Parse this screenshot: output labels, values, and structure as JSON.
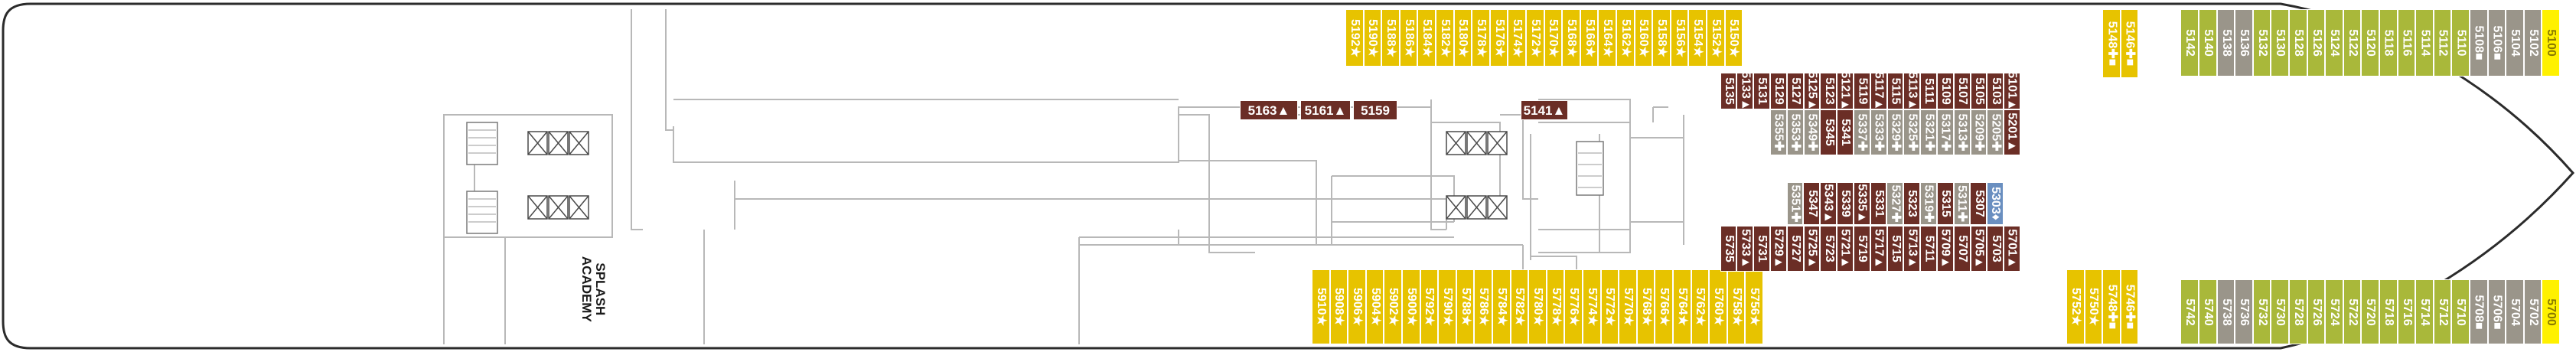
{
  "map_title": "",
  "colors": {
    "yellow": "#e7c300",
    "olive": "#a9b83a",
    "grey": "#9a958a",
    "brown": "#6b2e26",
    "light_yellow": "#fff100",
    "blue": "#6a8fc0",
    "outline": "#2b2b2b"
  },
  "venue": {
    "label_line1": "SPLASH",
    "label_line2": "ACADEMY"
  },
  "legend_symbols": [
    "★",
    "✚",
    "■",
    "▲",
    "♦"
  ],
  "cabins": [
    {
      "id": "5100",
      "color": "light_yellow",
      "row": "top"
    },
    {
      "id": "5102",
      "color": "grey",
      "row": "top"
    },
    {
      "id": "5104",
      "color": "grey",
      "row": "top"
    },
    {
      "id": "5106■",
      "color": "grey",
      "row": "top"
    },
    {
      "id": "5108■",
      "color": "grey",
      "row": "top"
    },
    {
      "id": "5110",
      "color": "olive",
      "row": "top"
    },
    {
      "id": "5112",
      "color": "olive",
      "row": "top"
    },
    {
      "id": "5114",
      "color": "olive",
      "row": "top"
    },
    {
      "id": "5116",
      "color": "olive",
      "row": "top"
    },
    {
      "id": "5118",
      "color": "olive",
      "row": "top"
    },
    {
      "id": "5120",
      "color": "olive",
      "row": "top"
    },
    {
      "id": "5122",
      "color": "olive",
      "row": "top"
    },
    {
      "id": "5124",
      "color": "olive",
      "row": "top"
    },
    {
      "id": "5126",
      "color": "olive",
      "row": "top"
    },
    {
      "id": "5128",
      "color": "olive",
      "row": "top"
    },
    {
      "id": "5130",
      "color": "olive",
      "row": "top"
    },
    {
      "id": "5132",
      "color": "olive",
      "row": "top"
    },
    {
      "id": "5136",
      "color": "grey",
      "row": "top"
    },
    {
      "id": "5138",
      "color": "grey",
      "row": "top"
    },
    {
      "id": "5140",
      "color": "olive",
      "row": "top"
    },
    {
      "id": "5142",
      "color": "olive",
      "row": "top"
    },
    {
      "id": "5146✚■",
      "color": "yellow",
      "row": "top"
    },
    {
      "id": "5148✚■",
      "color": "yellow",
      "row": "top"
    },
    {
      "id": "5150★",
      "color": "yellow",
      "row": "top"
    },
    {
      "id": "5152★",
      "color": "yellow",
      "row": "top"
    },
    {
      "id": "5154★",
      "color": "yellow",
      "row": "top"
    },
    {
      "id": "5156★",
      "color": "yellow",
      "row": "top"
    },
    {
      "id": "5158★",
      "color": "yellow",
      "row": "top"
    },
    {
      "id": "5160★",
      "color": "yellow",
      "row": "top"
    },
    {
      "id": "5162★",
      "color": "yellow",
      "row": "top"
    },
    {
      "id": "5164★",
      "color": "yellow",
      "row": "top"
    },
    {
      "id": "5166★",
      "color": "yellow",
      "row": "top"
    },
    {
      "id": "5168★",
      "color": "yellow",
      "row": "top"
    },
    {
      "id": "5170★",
      "color": "yellow",
      "row": "top"
    },
    {
      "id": "5172★",
      "color": "yellow",
      "row": "top"
    },
    {
      "id": "5174★",
      "color": "yellow",
      "row": "top"
    },
    {
      "id": "5176★",
      "color": "yellow",
      "row": "top"
    },
    {
      "id": "5178★",
      "color": "yellow",
      "row": "top"
    },
    {
      "id": "5180★",
      "color": "yellow",
      "row": "top"
    },
    {
      "id": "5182★",
      "color": "yellow",
      "row": "top"
    },
    {
      "id": "5184★",
      "color": "yellow",
      "row": "top"
    },
    {
      "id": "5186★",
      "color": "yellow",
      "row": "top"
    },
    {
      "id": "5188★",
      "color": "yellow",
      "row": "top"
    },
    {
      "id": "5190★",
      "color": "yellow",
      "row": "top"
    },
    {
      "id": "5192★",
      "color": "yellow",
      "row": "top"
    },
    {
      "id": "5101▲",
      "color": "brown",
      "row": "inner_top"
    },
    {
      "id": "5103",
      "color": "brown",
      "row": "inner_top"
    },
    {
      "id": "5105",
      "color": "brown",
      "row": "inner_top"
    },
    {
      "id": "5107",
      "color": "brown",
      "row": "inner_top"
    },
    {
      "id": "5109",
      "color": "brown",
      "row": "inner_top"
    },
    {
      "id": "5111",
      "color": "brown",
      "row": "inner_top"
    },
    {
      "id": "5113▲",
      "color": "brown",
      "row": "inner_top"
    },
    {
      "id": "5115",
      "color": "brown",
      "row": "inner_top"
    },
    {
      "id": "5117▲",
      "color": "brown",
      "row": "inner_top"
    },
    {
      "id": "5119",
      "color": "brown",
      "row": "inner_top"
    },
    {
      "id": "5121▲",
      "color": "brown",
      "row": "inner_top"
    },
    {
      "id": "5123",
      "color": "brown",
      "row": "inner_top"
    },
    {
      "id": "5125▲",
      "color": "brown",
      "row": "inner_top"
    },
    {
      "id": "5127",
      "color": "brown",
      "row": "inner_top"
    },
    {
      "id": "5129",
      "color": "brown",
      "row": "inner_top"
    },
    {
      "id": "5131",
      "color": "brown",
      "row": "inner_top"
    },
    {
      "id": "5133▲",
      "color": "brown",
      "row": "inner_top"
    },
    {
      "id": "5135",
      "color": "brown",
      "row": "inner_top"
    },
    {
      "id": "5201▲",
      "color": "brown",
      "row": "mid_top"
    },
    {
      "id": "5205✚",
      "color": "grey",
      "row": "mid_top"
    },
    {
      "id": "5209✚",
      "color": "grey",
      "row": "mid_top"
    },
    {
      "id": "5313✚",
      "color": "grey",
      "row": "mid_top"
    },
    {
      "id": "5317✚",
      "color": "grey",
      "row": "mid_top"
    },
    {
      "id": "5321✚",
      "color": "grey",
      "row": "mid_top"
    },
    {
      "id": "5325✚",
      "color": "grey",
      "row": "mid_top"
    },
    {
      "id": "5329✚",
      "color": "grey",
      "row": "mid_top"
    },
    {
      "id": "5333✚",
      "color": "grey",
      "row": "mid_top"
    },
    {
      "id": "5337✚",
      "color": "grey",
      "row": "mid_top"
    },
    {
      "id": "5341",
      "color": "brown",
      "row": "mid_top"
    },
    {
      "id": "5345",
      "color": "brown",
      "row": "mid_top"
    },
    {
      "id": "5349✚",
      "color": "grey",
      "row": "mid_top"
    },
    {
      "id": "5353✚",
      "color": "grey",
      "row": "mid_top"
    },
    {
      "id": "5355✚",
      "color": "grey",
      "row": "mid_top"
    },
    {
      "id": "5303♦",
      "color": "blue",
      "row": "mid_bottom"
    },
    {
      "id": "5307",
      "color": "brown",
      "row": "mid_bottom"
    },
    {
      "id": "5311✚",
      "color": "grey",
      "row": "mid_bottom"
    },
    {
      "id": "5315",
      "color": "brown",
      "row": "mid_bottom"
    },
    {
      "id": "5319✚",
      "color": "grey",
      "row": "mid_bottom"
    },
    {
      "id": "5323",
      "color": "brown",
      "row": "mid_bottom"
    },
    {
      "id": "5327✚",
      "color": "grey",
      "row": "mid_bottom"
    },
    {
      "id": "5331",
      "color": "brown",
      "row": "mid_bottom"
    },
    {
      "id": "5335▲",
      "color": "brown",
      "row": "mid_bottom"
    },
    {
      "id": "5339",
      "color": "brown",
      "row": "mid_bottom"
    },
    {
      "id": "5343▲",
      "color": "brown",
      "row": "mid_bottom"
    },
    {
      "id": "5347",
      "color": "brown",
      "row": "mid_bottom"
    },
    {
      "id": "5351✚",
      "color": "grey",
      "row": "mid_bottom"
    },
    {
      "id": "5701▲",
      "color": "brown",
      "row": "inner_bottom"
    },
    {
      "id": "5703",
      "color": "brown",
      "row": "inner_bottom"
    },
    {
      "id": "5705▲",
      "color": "brown",
      "row": "inner_bottom"
    },
    {
      "id": "5707",
      "color": "brown",
      "row": "inner_bottom"
    },
    {
      "id": "5709▲",
      "color": "brown",
      "row": "inner_bottom"
    },
    {
      "id": "5711",
      "color": "brown",
      "row": "inner_bottom"
    },
    {
      "id": "5713▲",
      "color": "brown",
      "row": "inner_bottom"
    },
    {
      "id": "5715",
      "color": "brown",
      "row": "inner_bottom"
    },
    {
      "id": "5717▲",
      "color": "brown",
      "row": "inner_bottom"
    },
    {
      "id": "5719",
      "color": "brown",
      "row": "inner_bottom"
    },
    {
      "id": "5721▲",
      "color": "brown",
      "row": "inner_bottom"
    },
    {
      "id": "5723",
      "color": "brown",
      "row": "inner_bottom"
    },
    {
      "id": "5725▲",
      "color": "brown",
      "row": "inner_bottom"
    },
    {
      "id": "5727",
      "color": "brown",
      "row": "inner_bottom"
    },
    {
      "id": "5729▲",
      "color": "brown",
      "row": "inner_bottom"
    },
    {
      "id": "5731",
      "color": "brown",
      "row": "inner_bottom"
    },
    {
      "id": "5733▲",
      "color": "brown",
      "row": "inner_bottom"
    },
    {
      "id": "5735",
      "color": "brown",
      "row": "inner_bottom"
    },
    {
      "id": "5700",
      "color": "light_yellow",
      "row": "bottom"
    },
    {
      "id": "5702",
      "color": "grey",
      "row": "bottom"
    },
    {
      "id": "5704",
      "color": "grey",
      "row": "bottom"
    },
    {
      "id": "5706■",
      "color": "grey",
      "row": "bottom"
    },
    {
      "id": "5708■",
      "color": "grey",
      "row": "bottom"
    },
    {
      "id": "5710",
      "color": "olive",
      "row": "bottom"
    },
    {
      "id": "5712",
      "color": "olive",
      "row": "bottom"
    },
    {
      "id": "5714",
      "color": "olive",
      "row": "bottom"
    },
    {
      "id": "5716",
      "color": "olive",
      "row": "bottom"
    },
    {
      "id": "5718",
      "color": "olive",
      "row": "bottom"
    },
    {
      "id": "5720",
      "color": "olive",
      "row": "bottom"
    },
    {
      "id": "5722",
      "color": "olive",
      "row": "bottom"
    },
    {
      "id": "5724",
      "color": "olive",
      "row": "bottom"
    },
    {
      "id": "5726",
      "color": "olive",
      "row": "bottom"
    },
    {
      "id": "5728",
      "color": "olive",
      "row": "bottom"
    },
    {
      "id": "5730",
      "color": "olive",
      "row": "bottom"
    },
    {
      "id": "5732",
      "color": "olive",
      "row": "bottom"
    },
    {
      "id": "5736",
      "color": "grey",
      "row": "bottom"
    },
    {
      "id": "5738",
      "color": "grey",
      "row": "bottom"
    },
    {
      "id": "5740",
      "color": "olive",
      "row": "bottom"
    },
    {
      "id": "5742",
      "color": "olive",
      "row": "bottom"
    },
    {
      "id": "5746✚■",
      "color": "yellow",
      "row": "bottom"
    },
    {
      "id": "5748✚■",
      "color": "yellow",
      "row": "bottom"
    },
    {
      "id": "5750★",
      "color": "yellow",
      "row": "bottom"
    },
    {
      "id": "5752★",
      "color": "yellow",
      "row": "bottom"
    },
    {
      "id": "5756★",
      "color": "yellow",
      "row": "bottom"
    },
    {
      "id": "5758★",
      "color": "yellow",
      "row": "bottom"
    },
    {
      "id": "5760★",
      "color": "yellow",
      "row": "bottom"
    },
    {
      "id": "5762★",
      "color": "yellow",
      "row": "bottom"
    },
    {
      "id": "5764★",
      "color": "yellow",
      "row": "bottom"
    },
    {
      "id": "5766★",
      "color": "yellow",
      "row": "bottom"
    },
    {
      "id": "5768★",
      "color": "yellow",
      "row": "bottom"
    },
    {
      "id": "5770★",
      "color": "yellow",
      "row": "bottom"
    },
    {
      "id": "5772★",
      "color": "yellow",
      "row": "bottom"
    },
    {
      "id": "5774★",
      "color": "yellow",
      "row": "bottom"
    },
    {
      "id": "5776★",
      "color": "yellow",
      "row": "bottom"
    },
    {
      "id": "5778★",
      "color": "yellow",
      "row": "bottom"
    },
    {
      "id": "5780★",
      "color": "yellow",
      "row": "bottom"
    },
    {
      "id": "5782★",
      "color": "yellow",
      "row": "bottom"
    },
    {
      "id": "5784★",
      "color": "yellow",
      "row": "bottom"
    },
    {
      "id": "5786★",
      "color": "yellow",
      "row": "bottom"
    },
    {
      "id": "5788★",
      "color": "yellow",
      "row": "bottom"
    },
    {
      "id": "5790★",
      "color": "yellow",
      "row": "bottom"
    },
    {
      "id": "5792★",
      "color": "yellow",
      "row": "bottom"
    },
    {
      "id": "5900★",
      "color": "yellow",
      "row": "bottom"
    },
    {
      "id": "5902★",
      "color": "yellow",
      "row": "bottom"
    },
    {
      "id": "5904★",
      "color": "yellow",
      "row": "bottom"
    },
    {
      "id": "5906★",
      "color": "yellow",
      "row": "bottom"
    },
    {
      "id": "5908★",
      "color": "yellow",
      "row": "bottom"
    },
    {
      "id": "5910★",
      "color": "yellow",
      "row": "bottom"
    },
    {
      "id": "5141▲",
      "color": "brown",
      "row": "horizontal"
    },
    {
      "id": "5159",
      "color": "brown",
      "row": "horizontal"
    },
    {
      "id": "5161▲",
      "color": "brown",
      "row": "horizontal"
    },
    {
      "id": "5163▲",
      "color": "brown",
      "row": "horizontal"
    }
  ]
}
